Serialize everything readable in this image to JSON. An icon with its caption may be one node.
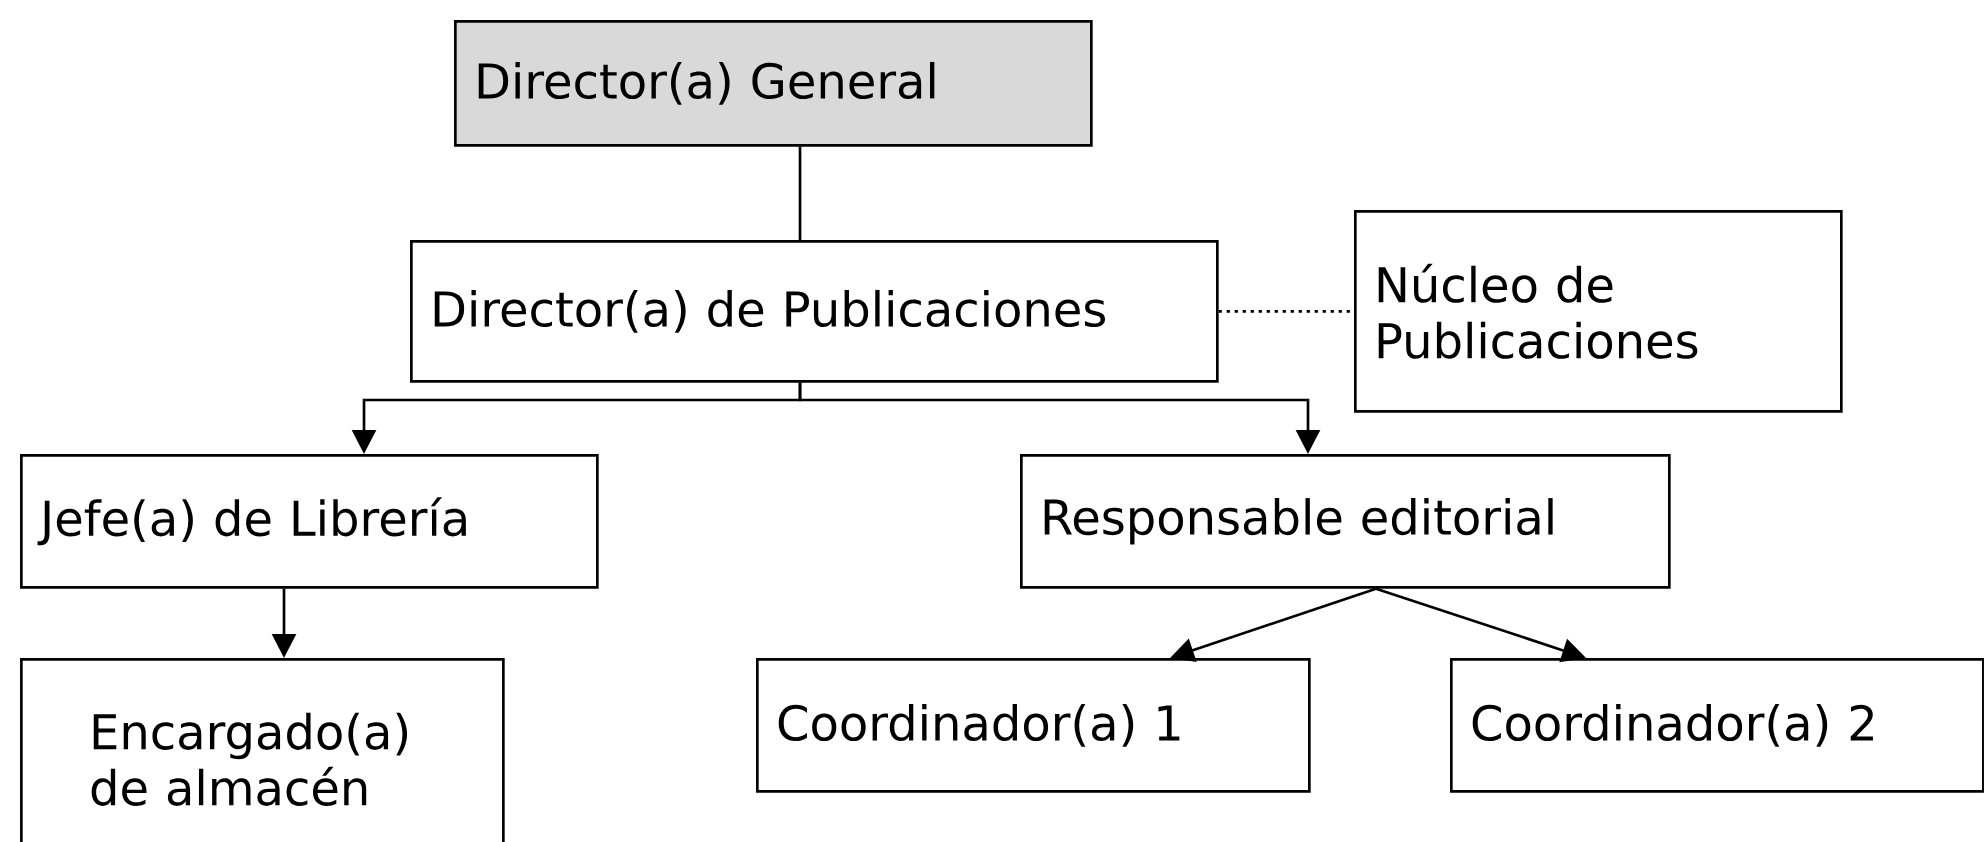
{
  "diagram": {
    "nodes": [
      {
        "text": [
          "Director(a) General"
        ]
      },
      {
        "text": [
          "Director(a) de Publicaciones"
        ]
      },
      {
        "text": [
          "Núcleo de Publicaciones"
        ]
      },
      {
        "text": [
          "Jefe(a) de Librería"
        ]
      },
      {
        "text": [
          "Responsable editorial"
        ]
      },
      {
        "text": [
          "Encargado(a) de almacén"
        ]
      },
      {
        "text": [
          "Coordinador(a) 1"
        ]
      },
      {
        "text": [
          "Coordinador(a) 2"
        ]
      }
    ],
    "edges": [
      {
        "from": 0,
        "to": 1,
        "arrow": "none"
      },
      {
        "from": 1,
        "to": 2,
        "arrow": "none",
        "style": "dashed"
      },
      {
        "from": 1,
        "to": 3,
        "arrow": "to"
      },
      {
        "from": 1,
        "to": 4,
        "arrow": "to"
      },
      {
        "from": 3,
        "to": 5,
        "arrow": "to"
      },
      {
        "from": 4,
        "to": 6,
        "arrow": "to"
      },
      {
        "from": 4,
        "to": 7,
        "arrow": "to"
      }
    ]
  }
}
